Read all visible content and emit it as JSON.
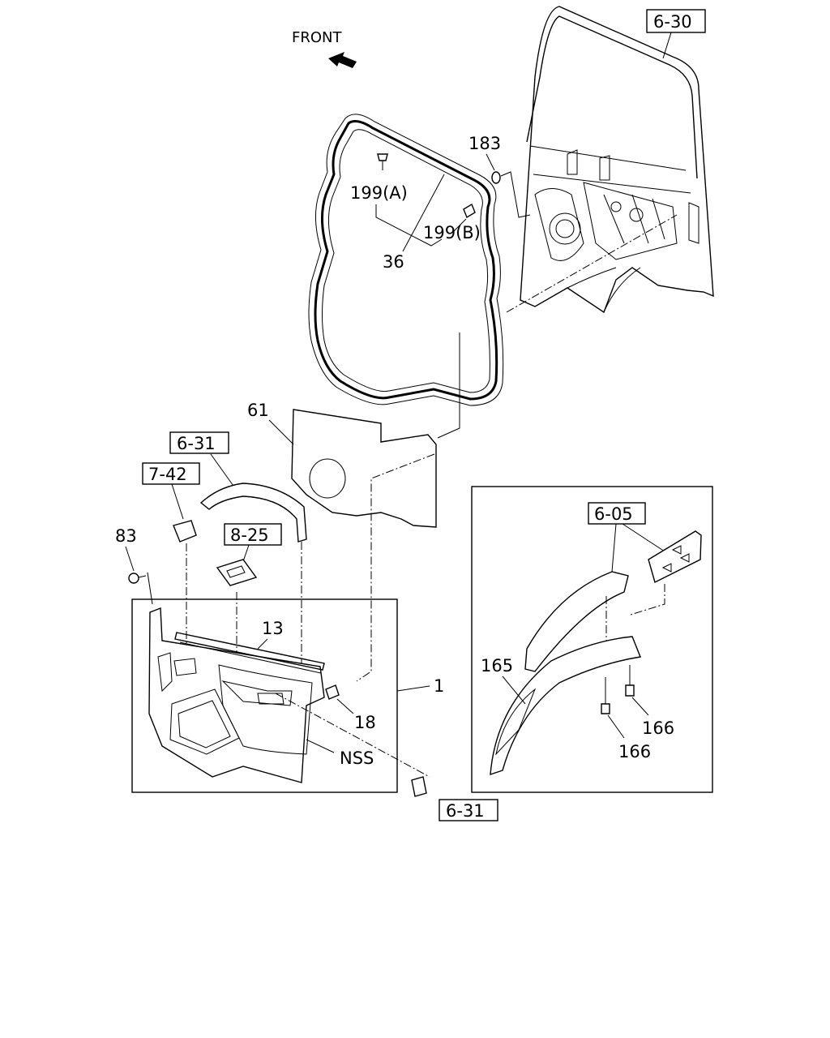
{
  "front_label": "FRONT",
  "ref_labels": {
    "door_frame": "6-30",
    "upper_handle": "6-31",
    "lower_handle": "6-31",
    "lock_knob": "7-42",
    "window_switch": "8-25",
    "garnish": "6-05"
  },
  "part_labels": {
    "weatherstrip": "36",
    "grommet": "183",
    "clip_a": "199(A)",
    "clip_b": "199(B)",
    "sealing_sheet": "61",
    "screw": "83",
    "trim_strip": "13",
    "clip": "18",
    "trim_panel": "1",
    "nss": "NSS",
    "garnish_panel": "165",
    "bolt_right": "166",
    "bolt_left": "166"
  }
}
